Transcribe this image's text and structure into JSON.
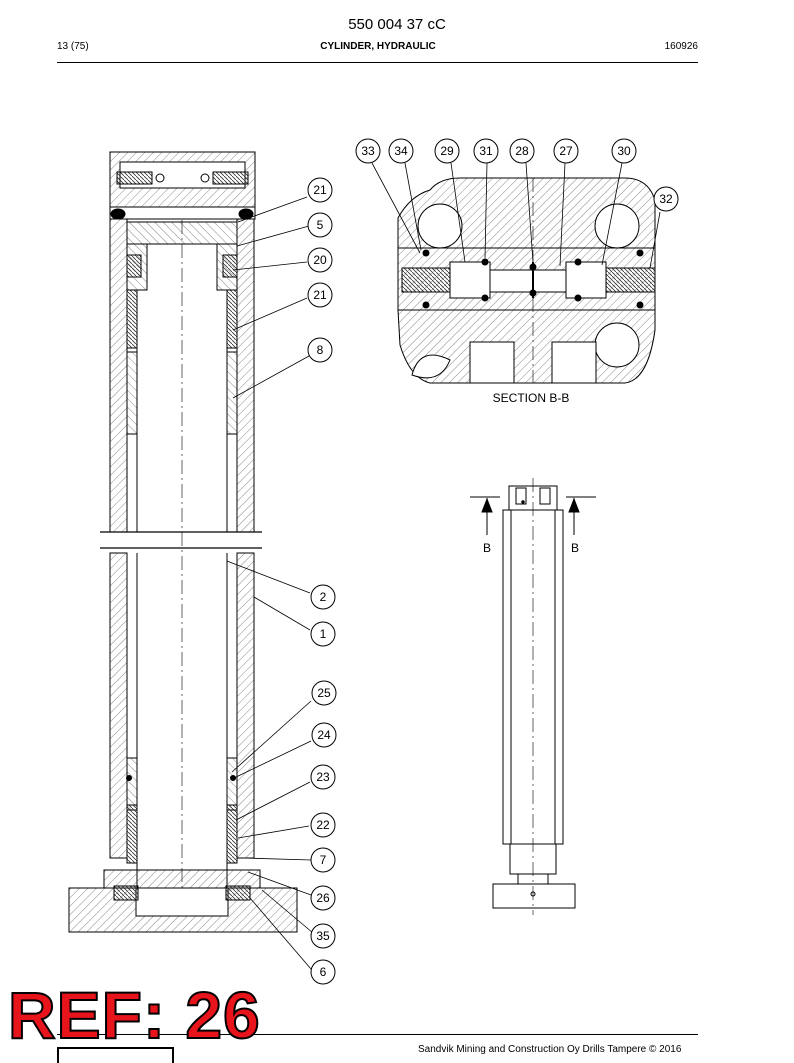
{
  "header": {
    "doc_number": "550 004 37 cC",
    "page": "13 (75)",
    "title": "CYLINDER, HYDRAULIC",
    "date": "160926"
  },
  "drawing": {
    "main_callouts": [
      "21",
      "5",
      "20",
      "21",
      "8",
      "2",
      "1",
      "25",
      "24",
      "23",
      "22",
      "7",
      "26",
      "35",
      "6"
    ],
    "section_callouts": [
      "33",
      "34",
      "29",
      "31",
      "28",
      "27",
      "30",
      "32"
    ],
    "section_label": "SECTION B-B",
    "section_mark_left": "B",
    "section_mark_right": "B"
  },
  "stamp": {
    "text": "REF: 26",
    "color": "#e8141c"
  },
  "footer": {
    "copyright": "Sandvik Mining and Construction Oy Drills Tampere © 2016"
  }
}
